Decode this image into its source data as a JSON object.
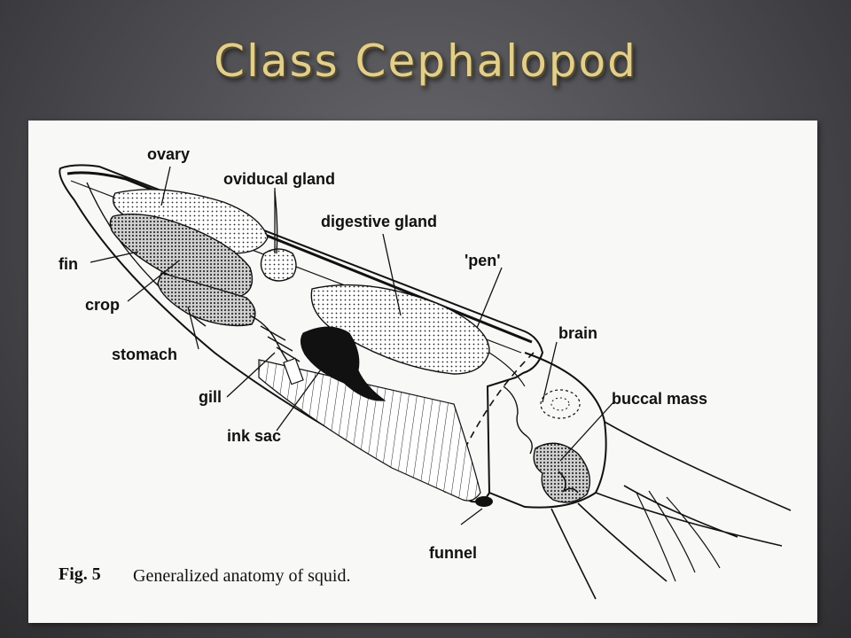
{
  "slide": {
    "title": "Class Cephalopod"
  },
  "figure": {
    "caption_number": "Fig. 5",
    "caption_text": "Generalized anatomy of squid.",
    "labels": {
      "ovary": "ovary",
      "oviducal_gland": "oviducal gland",
      "digestive_gland": "digestive gland",
      "fin": "fin",
      "pen": "'pen'",
      "crop": "crop",
      "brain": "brain",
      "stomach": "stomach",
      "buccal_mass": "buccal mass",
      "gill": "gill",
      "ink_sac": "ink sac",
      "funnel": "funnel"
    }
  }
}
